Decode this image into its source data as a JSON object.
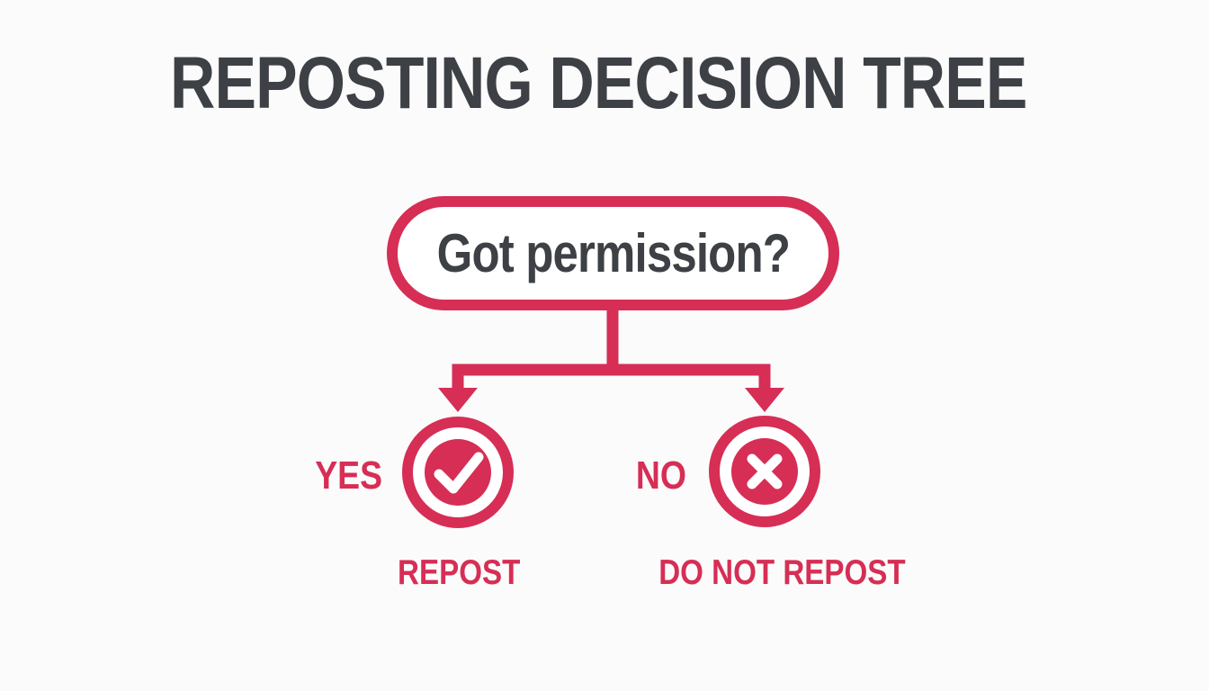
{
  "title": "REPOSTING DECISION TREE",
  "colors": {
    "accent": "#d62e55",
    "text_dark": "#3d4045",
    "background": "#fbfbfb"
  },
  "diagram": {
    "type": "decision-tree",
    "root_question": "Got permission?",
    "branches": [
      {
        "answer": "YES",
        "icon": "check-circle-icon",
        "outcome": "REPOST"
      },
      {
        "answer": "NO",
        "icon": "x-circle-icon",
        "outcome": "DO NOT REPOST"
      }
    ]
  }
}
